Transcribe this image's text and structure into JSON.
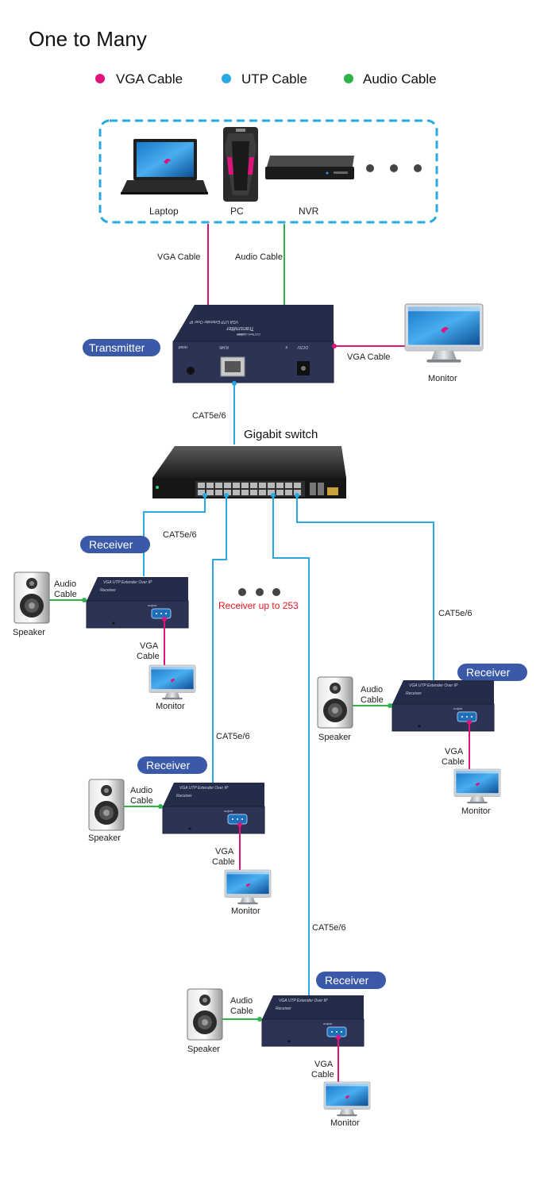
{
  "title": "One to Many",
  "legend": [
    {
      "label": "VGA Cable",
      "color": "#e0127c"
    },
    {
      "label": "UTP Cable",
      "color": "#27a9e1"
    },
    {
      "label": "Audio Cable",
      "color": "#2db34a"
    }
  ],
  "colors": {
    "vga": "#e0127c",
    "utp": "#27a9e1",
    "audio": "#2db34a",
    "pill": "#3a59a8",
    "device": "#2c3354",
    "receiver_note": "#e8161f"
  },
  "sources": {
    "laptop": "Laptop",
    "pc": "PC",
    "nvr": "NVR"
  },
  "links": {
    "vga_cable": "VGA Cable",
    "audio_cable": "Audio Cable",
    "cat": "CAT5e/6"
  },
  "transmitter": {
    "label": "Transmitter",
    "port_reset": "reset",
    "port_rj45": "RJ45",
    "port_ir": "ir",
    "port_dc": "DC5V",
    "front_line1": "VGA UTP Extender Over IP",
    "front_line2": "Transmitter",
    "front_line3": "CAT5e/6 ≤ 120m",
    "front_line4": "1080P"
  },
  "tx_monitor": "Monitor",
  "switch_label": "Gigabit switch",
  "receiver_note": "Receiver up to 253",
  "receiver_front": {
    "line1": "VGA UTP Extender Over IP",
    "line2": "Receiver",
    "port": "output"
  },
  "receivers": [
    {
      "label": "Receiver",
      "speaker": "Speaker",
      "audio": "Audio\nCable",
      "vga": "VGA\nCable",
      "monitor": "Monitor",
      "cat": "CAT5e/6"
    },
    {
      "label": "Receiver",
      "speaker": "Speaker",
      "audio": "Audio\nCable",
      "vga": "VGA\nCable",
      "monitor": "Monitor",
      "cat": "CAT5e/6"
    },
    {
      "label": "Receiver",
      "speaker": "Speaker",
      "audio": "Audio\nCable",
      "vga": "VGA\nCable",
      "monitor": "Monitor",
      "cat": "CAT5e/6"
    },
    {
      "label": "Receiver",
      "speaker": "Speaker",
      "audio": "Audio\nCable",
      "vga": "VGA\nCable",
      "monitor": "Monitor",
      "cat": "CAT5e/6"
    }
  ],
  "audio_word": "Audio",
  "cable_word": "Cable",
  "vga_word": "VGA"
}
